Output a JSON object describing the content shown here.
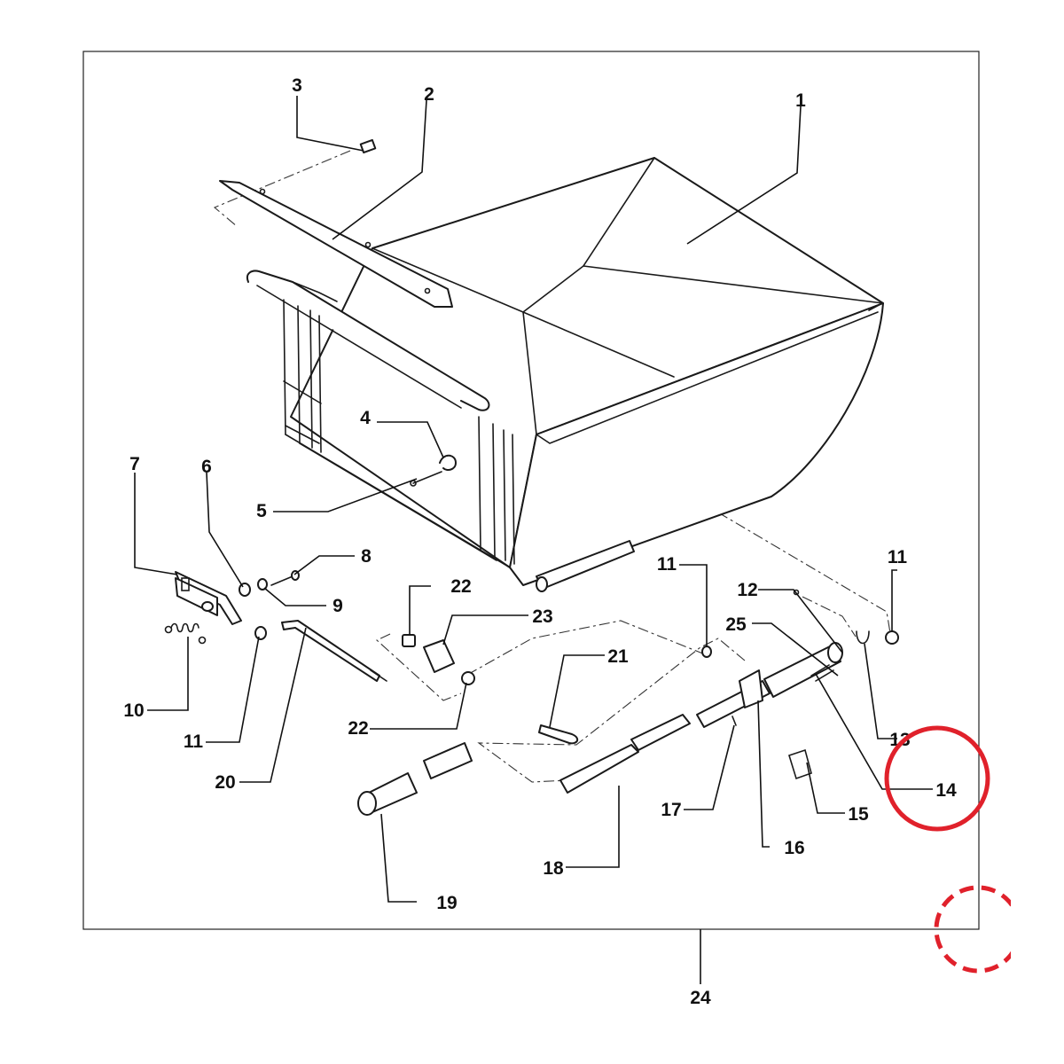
{
  "diagram": {
    "callouts": [
      {
        "number": "1"
      },
      {
        "number": "2"
      },
      {
        "number": "3"
      },
      {
        "number": "4"
      },
      {
        "number": "5"
      },
      {
        "number": "6"
      },
      {
        "number": "7"
      },
      {
        "number": "8"
      },
      {
        "number": "9"
      },
      {
        "number": "10"
      },
      {
        "number": "11"
      },
      {
        "number": "11"
      },
      {
        "number": "11"
      },
      {
        "number": "12"
      },
      {
        "number": "13"
      },
      {
        "number": "14"
      },
      {
        "number": "15"
      },
      {
        "number": "16"
      },
      {
        "number": "17"
      },
      {
        "number": "18"
      },
      {
        "number": "19"
      },
      {
        "number": "20"
      },
      {
        "number": "21"
      },
      {
        "number": "22"
      },
      {
        "number": "22"
      },
      {
        "number": "23"
      },
      {
        "number": "24"
      },
      {
        "number": "25"
      }
    ],
    "highlight": {
      "color": "#e0212b",
      "target": "14"
    },
    "line_color": "#1a1a1a"
  }
}
